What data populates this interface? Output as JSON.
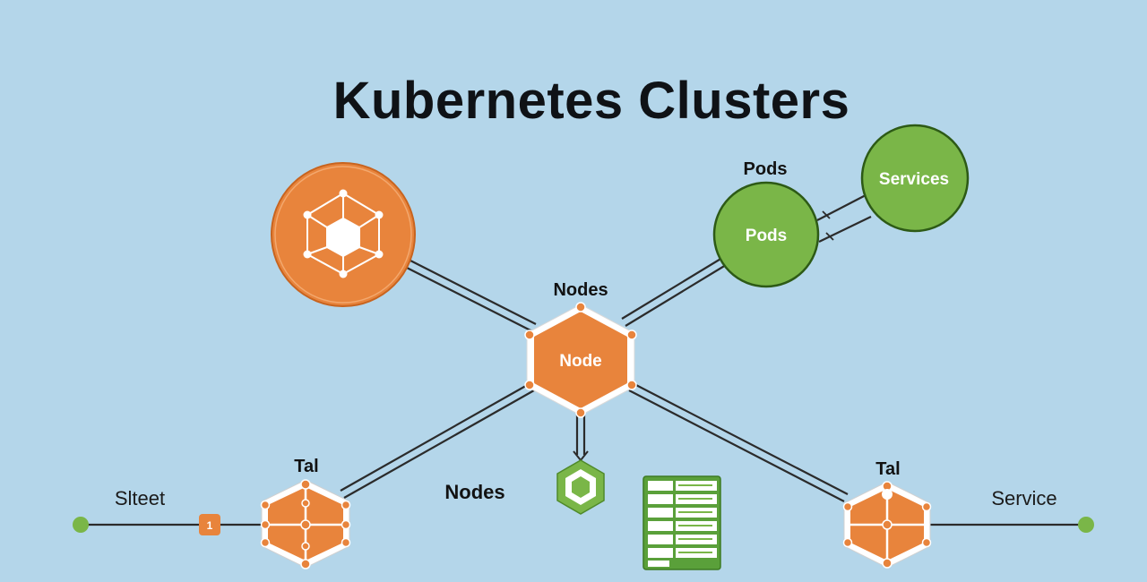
{
  "title": "Kubernetes Clusters",
  "labels": {
    "node_top": "Nodes",
    "node_center": "Node",
    "nodes_bottom": "Nodes",
    "pods_top": "Pods",
    "pods_circle": "Pods",
    "services_circle": "Services",
    "left_hex_tag": "Tal",
    "right_hex_tag": "Tal",
    "left_endpoint": "Slteet",
    "right_endpoint": "Service",
    "left_badge": "1"
  },
  "colors": {
    "background": "#b4d6ea",
    "orange": "#e8843c",
    "orange_dark": "#c8641f",
    "green": "#7ab648",
    "green_dark": "#4f8a2a",
    "line": "#2b2b2b"
  },
  "icons": {
    "cluster": "cube-network-icon",
    "container": "green-cube-icon",
    "list": "list-panel-icon"
  }
}
